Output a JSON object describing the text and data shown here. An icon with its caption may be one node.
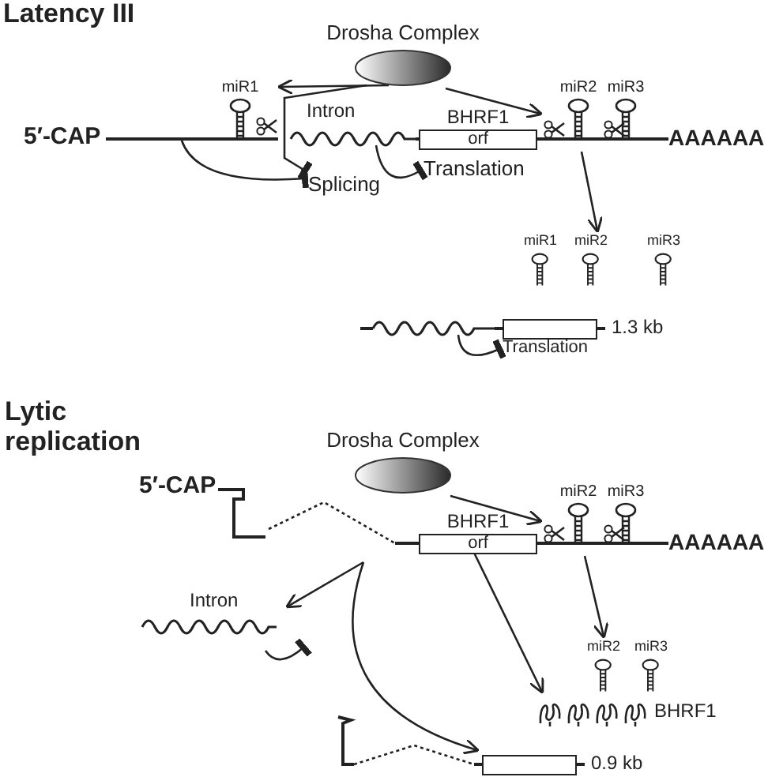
{
  "diagram": {
    "nodes": [
      {
        "text": [
          "Drosha Complex"
        ]
      },
      {
        "text": [
          "5′-CAP"
        ]
      },
      {
        "text": [
          "miR1"
        ]
      },
      {
        "text": [
          "Intron"
        ]
      },
      {
        "text": [
          "BHRF1",
          "orf"
        ]
      },
      {
        "text": [
          "miR2"
        ]
      },
      {
        "text": [
          "miR3"
        ]
      },
      {
        "text": [
          "AAAAAA"
        ]
      },
      {
        "text": [
          "Splicing"
        ]
      },
      {
        "text": [
          "Translation"
        ]
      },
      {
        "text": [
          "miR1"
        ]
      },
      {
        "text": [
          "miR2"
        ]
      },
      {
        "text": [
          "miR3"
        ]
      },
      {
        "text": [],
        "shape": "line"
      },
      {
        "text": [],
        "shape": "box",
        "beside": [
          "1.3 kb"
        ]
      },
      {
        "text": [
          "Translation"
        ]
      },
      {
        "text": [
          "Drosha Complex"
        ]
      },
      {
        "text": [
          "5′-CAP"
        ]
      },
      {
        "text": [
          "BHRF1",
          "orf"
        ]
      },
      {
        "text": [
          "miR2"
        ]
      },
      {
        "text": [
          "miR3"
        ]
      },
      {
        "text": [
          "AAAAAA"
        ]
      },
      {
        "text": [
          "Intron"
        ]
      },
      {
        "text": [
          "miR2"
        ]
      },
      {
        "text": [
          "miR3"
        ]
      },
      {
        "text": [
          "BHRF1"
        ]
      },
      {
        "text": [],
        "shape": "line"
      },
      {
        "text": [],
        "shape": "box",
        "beside": [
          "0.9 kb"
        ]
      }
    ],
    "edges": [
      {
        "from": 0,
        "to": 2,
        "arrow": "to"
      },
      {
        "from": 0,
        "to": 8,
        "arrow": "other"
      },
      {
        "from": 0,
        "to": 5,
        "arrow": "to"
      },
      {
        "from": 1,
        "to": 8,
        "arrow": "other"
      },
      {
        "from": 3,
        "to": 9,
        "arrow": "other"
      },
      {
        "from": 5,
        "to": 11,
        "arrow": "to"
      },
      {
        "from": 13,
        "to": 15,
        "arrow": "other"
      },
      {
        "from": 16,
        "to": 19,
        "arrow": "to"
      },
      {
        "from": 17,
        "to": 18,
        "arrow": "none",
        "style": "dashed"
      },
      {
        "from": null,
        "to": 22,
        "arrow": "to"
      },
      {
        "from": null,
        "to": 27,
        "arrow": "to"
      },
      {
        "from": 18,
        "to": 25,
        "arrow": "to"
      },
      {
        "from": 19,
        "to": 23,
        "arrow": "to"
      },
      {
        "from": 22,
        "to": null,
        "arrow": "other"
      },
      {
        "from": 26,
        "to": 27,
        "arrow": "none",
        "style": "dashed"
      }
    ],
    "labels": [
      "Latency III",
      "Lytic replication"
    ]
  }
}
